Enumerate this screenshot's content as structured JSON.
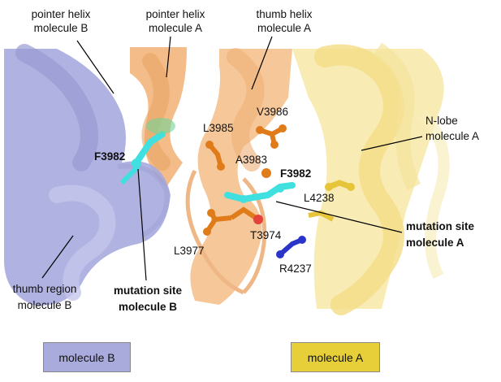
{
  "annotations": {
    "pointer_helix_b": [
      "pointer helix",
      "molecule B"
    ],
    "pointer_helix_a": [
      "pointer helix",
      "molecule A"
    ],
    "thumb_helix_a": [
      "thumb helix",
      "molecule A"
    ],
    "n_lobe_a": [
      "N-lobe",
      "molecule A"
    ],
    "thumb_region_b": [
      "thumb region",
      "molecule B"
    ],
    "mutation_site_b": [
      "mutation site",
      "molecule B"
    ],
    "mutation_site_a": [
      "mutation site",
      "molecule A"
    ]
  },
  "residues": {
    "f3982_b": "F3982",
    "f3982_a": "F3982",
    "v3986": "V3986",
    "l3985": "L3985",
    "a3983": "A3983",
    "l4238": "L4238",
    "t3974": "T3974",
    "l3977": "L3977",
    "r4237": "R4237"
  },
  "legend": {
    "molecule_b": {
      "label": "molecule B",
      "color": "#a9abdc"
    },
    "molecule_a": {
      "label": "molecule A",
      "color": "#e6cf38"
    }
  },
  "colors": {
    "molecule_b_ribbon": "#9da0d6",
    "molecule_a_orange": "#f2b47a",
    "molecule_a_yellow": "#f6e39a",
    "mutation_cyan": "#3fe0df",
    "residue_orange": "#e07b1a"
  }
}
